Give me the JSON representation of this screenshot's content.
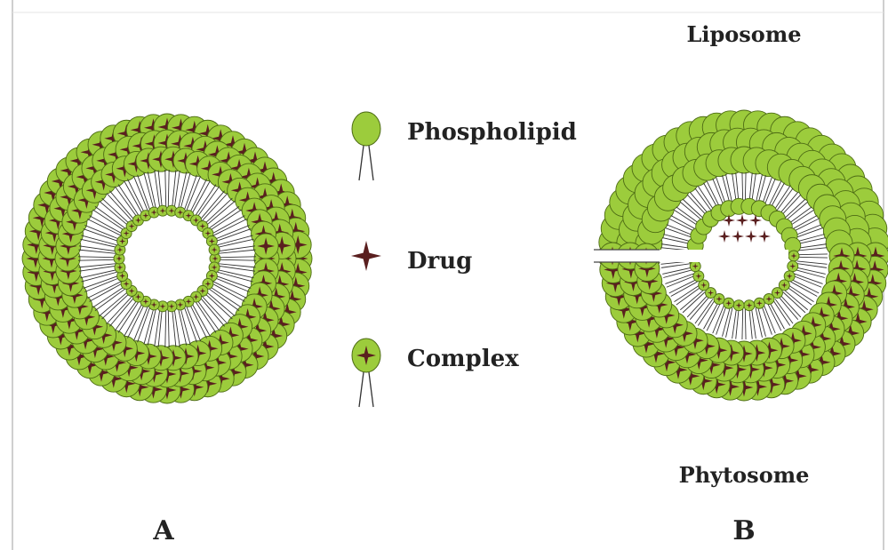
{
  "labels": {
    "liposome": "Liposome",
    "phytosome": "Phytosome",
    "panel_a": "A",
    "panel_b": "B"
  },
  "legend": [
    {
      "key": "phospholipid",
      "label": "Phospholipid"
    },
    {
      "key": "drug",
      "label": "Drug"
    },
    {
      "key": "complex",
      "label": "Complex"
    }
  ],
  "colors": {
    "head_fill": "#9ccc3c",
    "head_stroke": "#4d6b14",
    "drug": "#5a1f1f",
    "tail": "#333333",
    "frame": "#cfcfcf"
  }
}
